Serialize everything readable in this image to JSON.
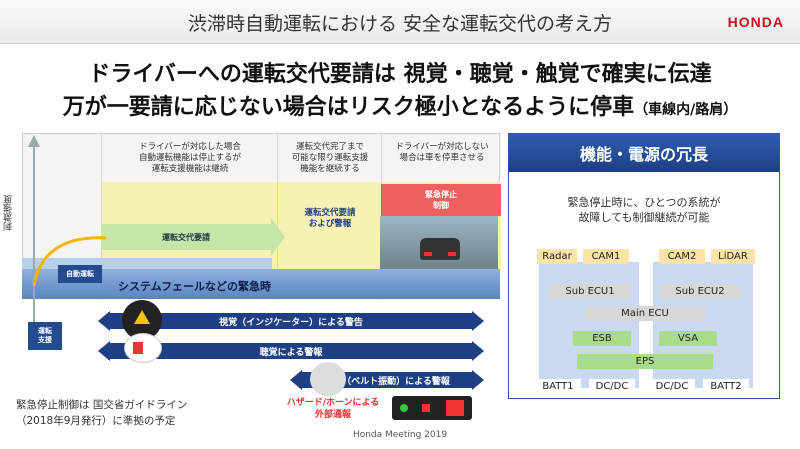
{
  "title": "渋滞時自動運転における 安全な運転交代の考え方",
  "logo": "HONDA",
  "headline_1": "ドライバーへの運転交代要請は 視覚・聴覚・触覚で確実に伝達",
  "headline_2_main": "万が一要請に応じない場合はリスク極小となるように停車",
  "headline_2_sub": "（車線内/路肩）",
  "diagram": {
    "col1_text": [
      "ドライバーが対応した場合",
      "自動運転機能は停止するが",
      "運転支援機能は継続"
    ],
    "col2_text": [
      "運転交代完了まで",
      "可能な限り運転支援",
      "機能を継続する"
    ],
    "col3_text": [
      "ドライバーが対応しない",
      "場合は車を停車させる"
    ],
    "request_bar": "運転交代要請",
    "request_warning": [
      "運転交代要請",
      "および警報"
    ],
    "emergency_stop": [
      "緊急停止",
      "制御"
    ],
    "system_fail": "システムフェールなどの緊急時",
    "auto_driving": "自動運転",
    "y_axis": "刺激強度",
    "support_label": [
      "運転",
      "支援"
    ]
  },
  "alerts": {
    "visual": "視覚（インジケーター）による警告",
    "audio": "聴覚による警報",
    "tactile": "触覚（ベルト振動）による警報",
    "hazard": [
      "ハザード/ホーンによる",
      "外部通報"
    ]
  },
  "note": [
    "緊急停止制御は 国交省ガイドライン",
    "（2018年9月発行）に準拠の予定"
  ],
  "footer": "Honda Meeting 2019",
  "panel": {
    "title": "機能・電源の冗長",
    "description": [
      "緊急停止時に、ひとつの系統が",
      "故障しても制御継続が可能"
    ],
    "sensors": [
      "Radar",
      "CAM1",
      "CAM2",
      "LiDAR"
    ],
    "sub_ecus": [
      "Sub ECU1",
      "Sub ECU2"
    ],
    "main_ecu": "Main ECU",
    "actuators": [
      "ESB",
      "VSA"
    ],
    "eps": "EPS",
    "power": [
      "BATT1",
      "DC/DC",
      "DC/DC",
      "BATT2"
    ]
  }
}
